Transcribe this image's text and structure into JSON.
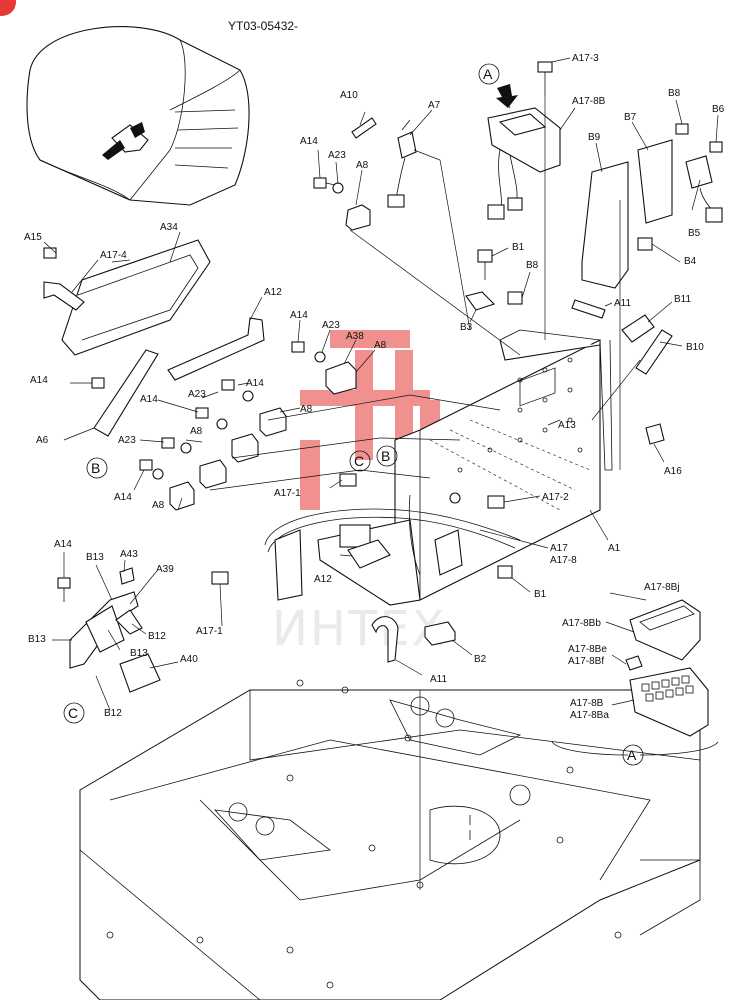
{
  "drawing_code": "YT03-05432-",
  "watermark_text": "ИНТЕХ",
  "colors": {
    "ink": "#111111",
    "watermark_red": "#e53935",
    "watermark_gray": "#d9d9d9",
    "corner_badge": "#e53935"
  },
  "callouts": {
    "A17_3": "A17-3",
    "A17_8B_top": "A17-8B",
    "A10": "A10",
    "A7": "A7",
    "A14_a": "A14",
    "A23_a": "A23",
    "A8_a": "A8",
    "B8_a": "B8",
    "B6": "B6",
    "B7": "B7",
    "B9": "B9",
    "B5": "B5",
    "B4": "B4",
    "B1_a": "B1",
    "B8_b": "B8",
    "B3": "B3",
    "A11_a": "A11",
    "B11": "B11",
    "B10": "B10",
    "A15": "A15",
    "A34": "A34",
    "A17_4": "A17-4",
    "A12_a": "A12",
    "A14_b": "A14",
    "A23_b": "A23",
    "A38": "A38",
    "A8_b": "A8",
    "A14_c": "A14",
    "A23_c": "A23",
    "A14_d": "A14",
    "A14_e": "A14",
    "A8_c": "A8",
    "A8_d": "A8",
    "A6": "A6",
    "A23_d": "A23",
    "A13": "A13",
    "A16": "A16",
    "A14_f": "A14",
    "A8_e": "A8",
    "A17_1_a": "A17-1",
    "A17_2": "A17-2",
    "A17": "A17",
    "A17_8": "A17-8",
    "A1": "A1",
    "A12_b": "A12",
    "A17_1_b": "A17-1",
    "B1_b": "B1",
    "B2": "B2",
    "A11_b": "A11",
    "A14_g": "A14",
    "B13_a": "B13",
    "A43": "A43",
    "A39": "A39",
    "B13_b": "B13",
    "B12_a": "B12",
    "B13_c": "B13",
    "A40": "A40",
    "B12_b": "B12",
    "A17_8Bj": "A17-8Bj",
    "A17_8Bb": "A17-8Bb",
    "A17_8Be": "A17-8Be",
    "A17_8Bf": "A17-8Bf",
    "A17_8B_detail": "A17-8B",
    "A17_8Ba": "A17-8Ba"
  },
  "circle_refs": {
    "A_top": "A",
    "B_left": "B",
    "C_center": "C",
    "B_center": "B",
    "C_left": "C",
    "A_detail": "A"
  }
}
